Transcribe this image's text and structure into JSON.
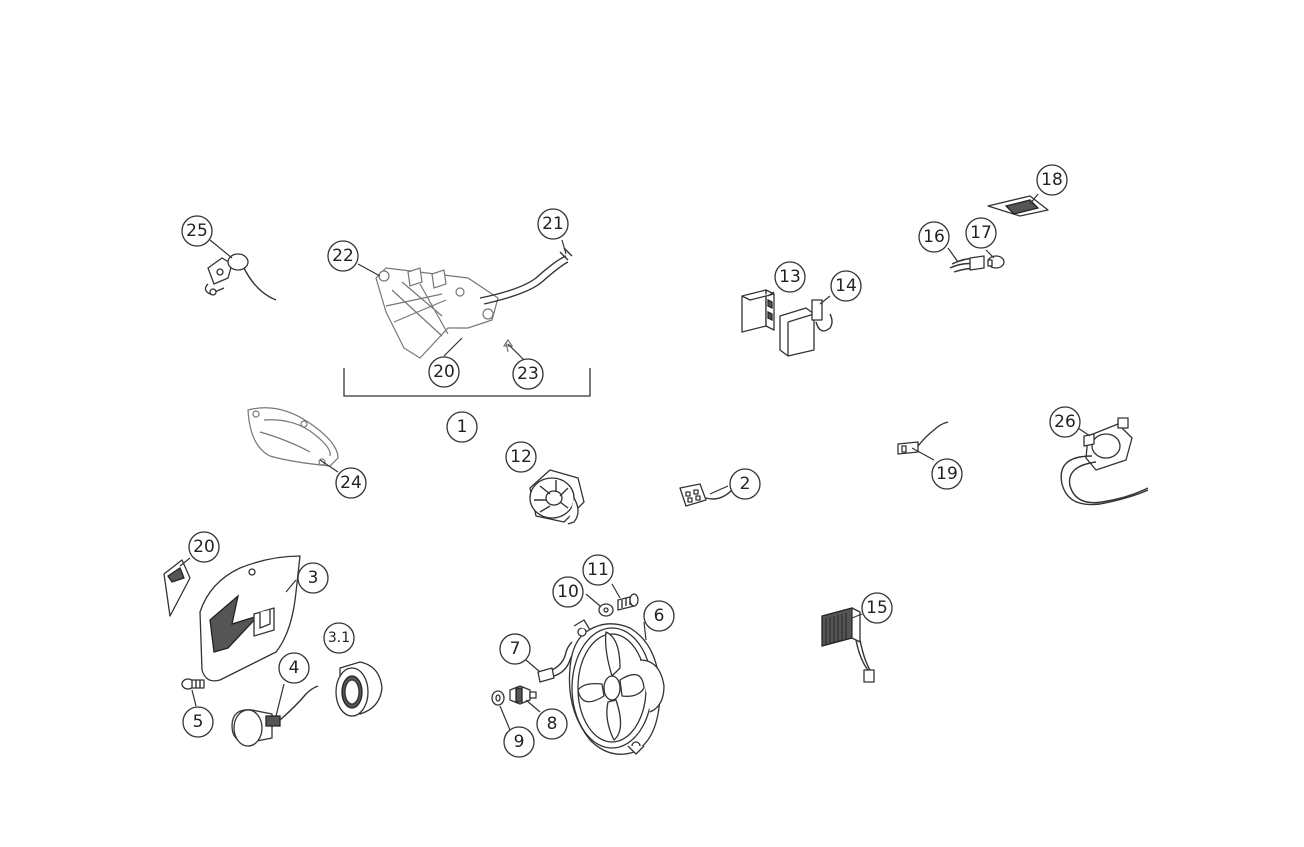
{
  "labels": {
    "l1": "1",
    "l2": "2",
    "l3": "3",
    "l3_1": "3.1",
    "l4": "4",
    "l5": "5",
    "l6": "6",
    "l7": "7",
    "l8": "8",
    "l9": "9",
    "l10": "10",
    "l11": "11",
    "l12": "12",
    "l13": "13",
    "l14": "14",
    "l15": "15",
    "l16": "16",
    "l17": "17",
    "l18": "18",
    "l19": "19",
    "l20a": "20",
    "l20b": "20",
    "l21": "21",
    "l22": "22",
    "l23": "23",
    "l24": "24",
    "l25": "25",
    "l26": "26"
  }
}
